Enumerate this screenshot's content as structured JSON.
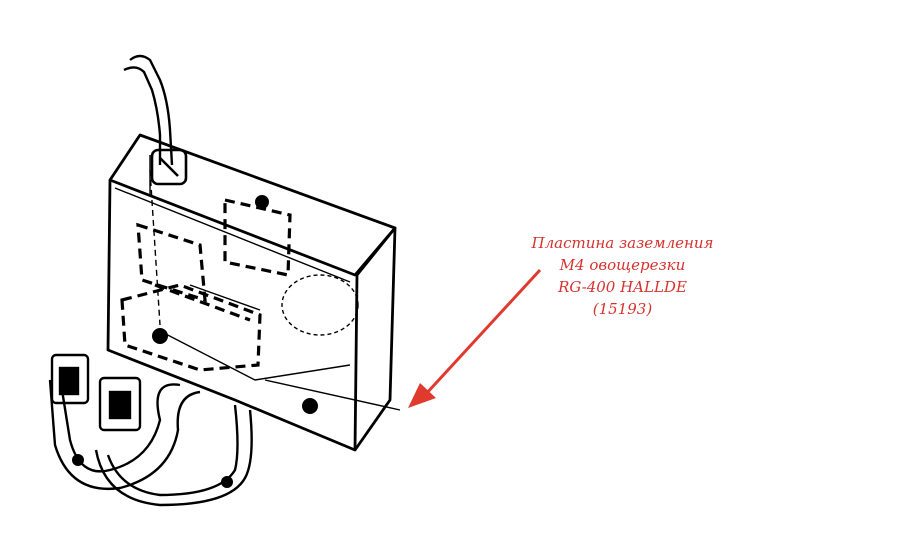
{
  "caption": {
    "lines": [
      "Пластина заземления",
      "М4 овощерезки",
      "RG-400 HALLDE",
      "(15193)"
    ]
  },
  "colors": {
    "caption": "#d6322e",
    "arrow": "#e03a2f",
    "ink": "#000000",
    "background": "#ffffff"
  }
}
